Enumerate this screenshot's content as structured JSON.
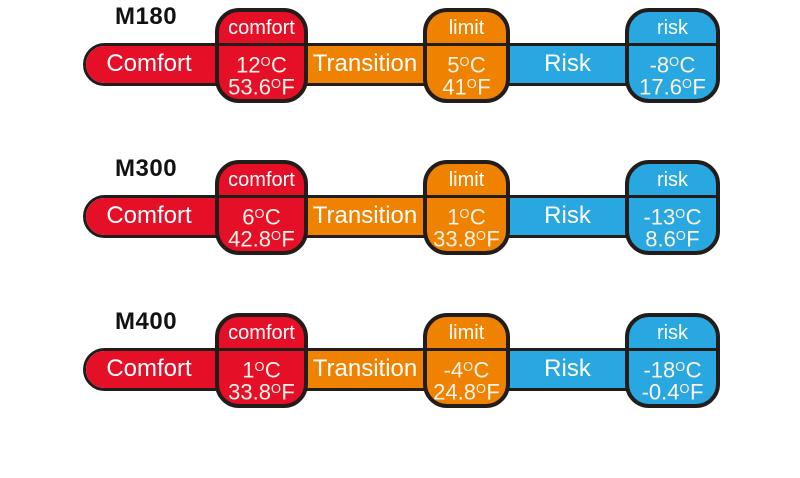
{
  "zone_labels": {
    "comfort": "Comfort",
    "transition": "Transition",
    "risk": "Risk"
  },
  "badge_labels": {
    "comfort": "comfort",
    "limit": "limit",
    "risk": "risk"
  },
  "colors": {
    "comfort_zone": "#e60f28",
    "transition_zone": "#ef8200",
    "risk_zone": "#29a7e0",
    "outline": "#221d1a",
    "label_text": "#ffffff",
    "temp_text": "#fcf3e6"
  },
  "rows": [
    {
      "model": "M180",
      "comfort": {
        "celsius": "12°C",
        "fahrenheit": "53.6°F"
      },
      "limit": {
        "celsius": "5°C",
        "fahrenheit": "41°F"
      },
      "risk": {
        "celsius": "-8°C",
        "fahrenheit": "17.6°F"
      }
    },
    {
      "model": "M300",
      "comfort": {
        "celsius": "6°C",
        "fahrenheit": "42.8°F"
      },
      "limit": {
        "celsius": "1°C",
        "fahrenheit": "33.8°F"
      },
      "risk": {
        "celsius": "-13°C",
        "fahrenheit": "8.6°F"
      }
    },
    {
      "model": "M400",
      "comfort": {
        "celsius": "1°C",
        "fahrenheit": "33.8°F"
      },
      "limit": {
        "celsius": "-4°C",
        "fahrenheit": "24.8°F"
      },
      "risk": {
        "celsius": "-18°C",
        "fahrenheit": "-0.4°F"
      }
    }
  ]
}
